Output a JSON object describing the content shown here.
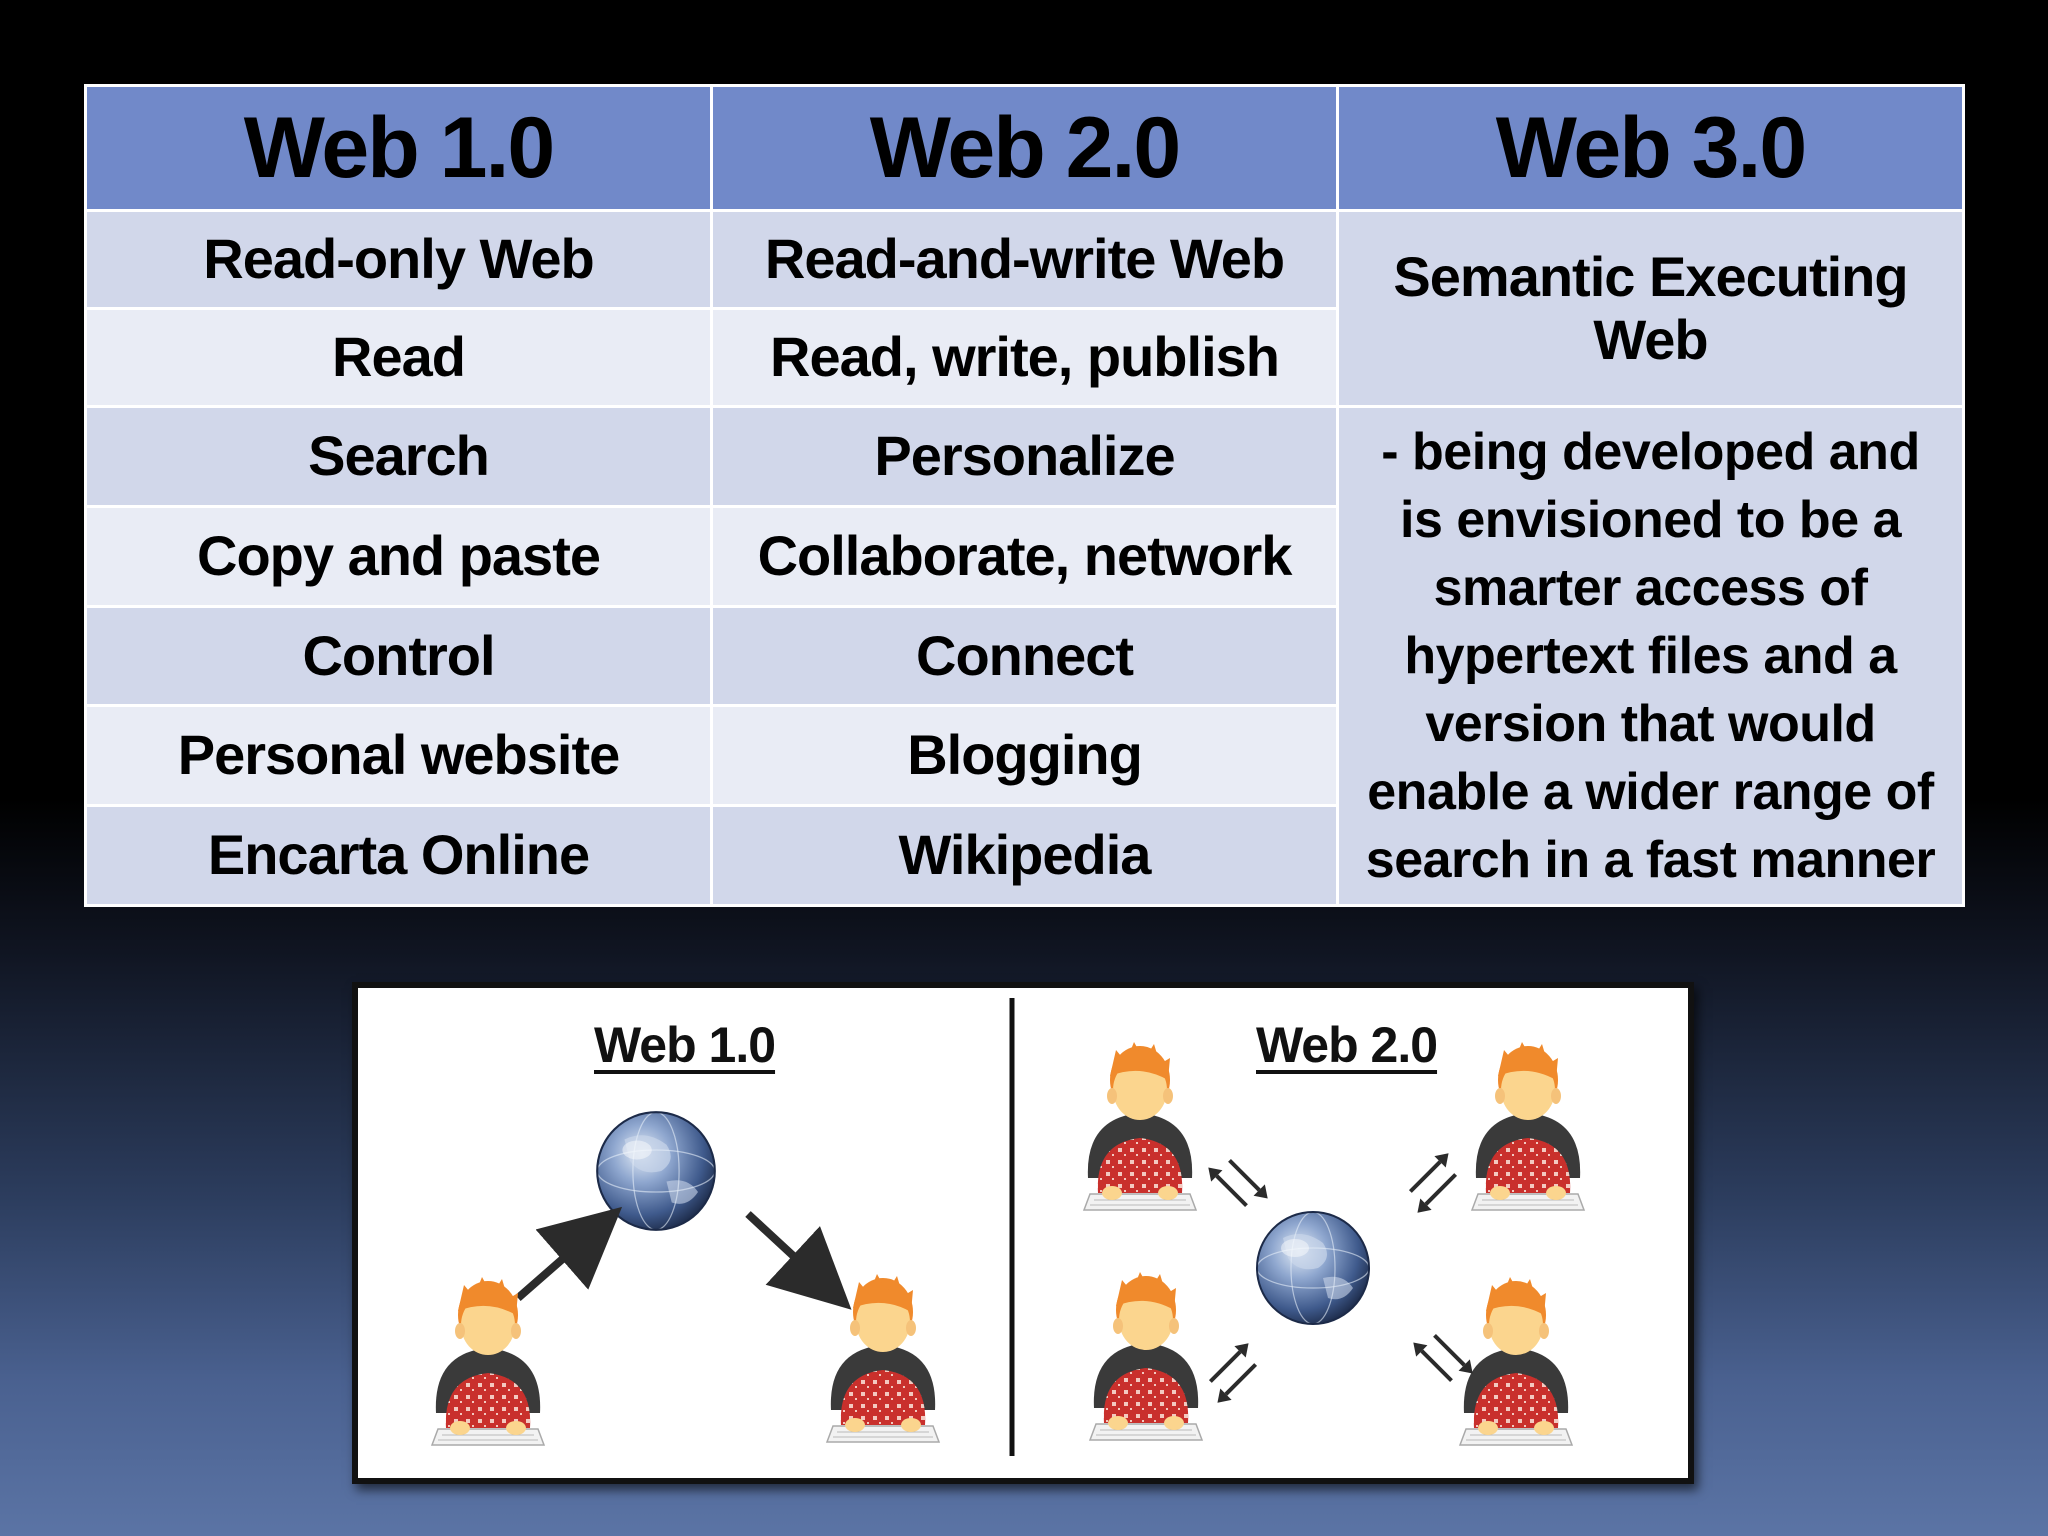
{
  "table": {
    "headers": [
      "Web 1.0",
      "Web 2.0",
      "Web 3.0"
    ],
    "rows": [
      [
        "Read-only Web",
        "Read-and-write Web"
      ],
      [
        "Read",
        "Read, write, publish"
      ],
      [
        "Search",
        "Personalize"
      ],
      [
        "Copy and paste",
        "Collaborate, network"
      ],
      [
        "Control",
        "Connect"
      ],
      [
        "Personal website",
        "Blogging"
      ],
      [
        "Encarta Online",
        "Wikipedia"
      ]
    ],
    "web3_summary": "Semantic Executing Web",
    "web3_description": "- being developed and is envisioned to be a smarter access of hypertext files and a version that would enable a wider range of search in a fast manner"
  },
  "illustration": {
    "left_title": "Web 1.0",
    "right_title": "Web 2.0",
    "icons": [
      "globe-icon",
      "person-at-keyboard-icon",
      "arrow-icon",
      "bidirectional-arrows-icon"
    ],
    "colors": {
      "hair": "#f08a2c",
      "face": "#fbd58e",
      "shirt": "#c9302c",
      "globe": "#3f5a8c"
    }
  }
}
